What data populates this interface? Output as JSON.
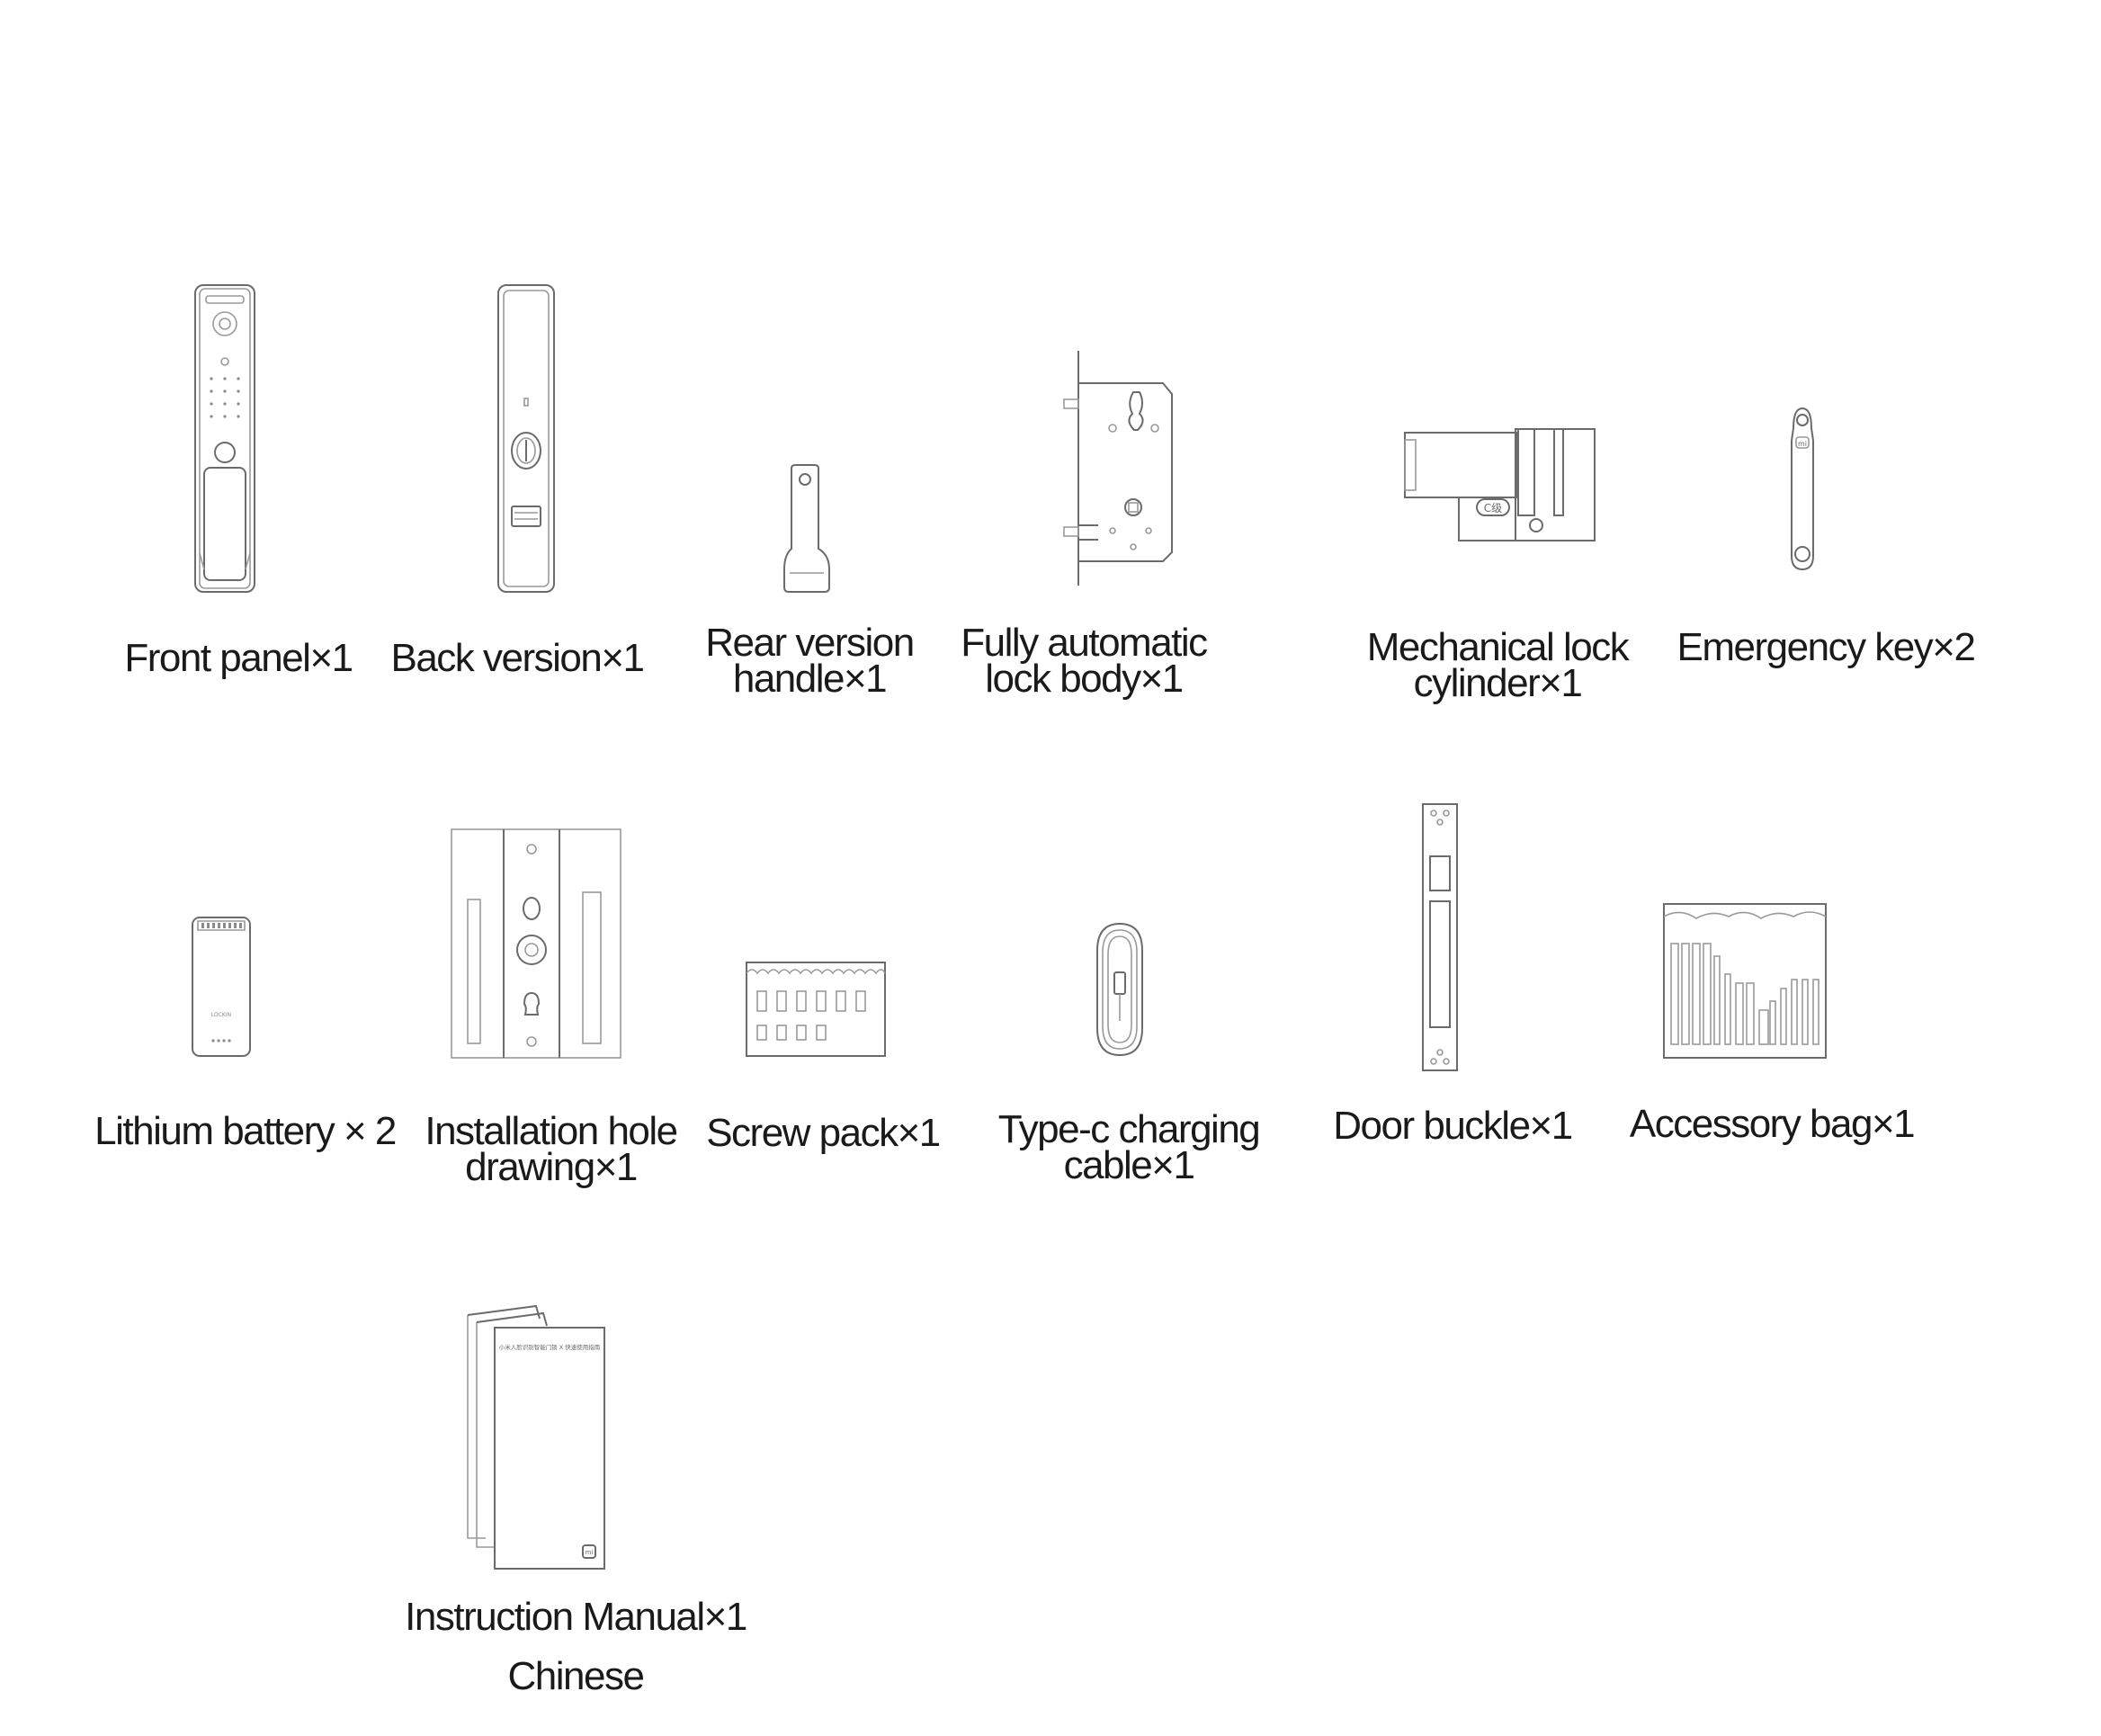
{
  "items": [
    {
      "icon": "front-panel-icon",
      "lines": [
        "Front panel×1"
      ]
    },
    {
      "icon": "back-panel-icon",
      "lines": [
        "Back version×1"
      ]
    },
    {
      "icon": "rear-handle-icon",
      "lines": [
        "Rear version",
        "handle×1"
      ]
    },
    {
      "icon": "lock-body-icon",
      "lines": [
        "Fully automatic",
        "lock body×1"
      ]
    },
    {
      "icon": "lock-cylinder-icon",
      "lines": [
        "Mechanical lock",
        "cylinder×1"
      ]
    },
    {
      "icon": "emergency-key-icon",
      "lines": [
        "Emergency key×2"
      ]
    },
    {
      "icon": "lithium-battery-icon",
      "lines": [
        "Lithium battery × 2"
      ]
    },
    {
      "icon": "hole-drawing-icon",
      "lines": [
        "Installation hole",
        "drawing×1"
      ]
    },
    {
      "icon": "screw-pack-icon",
      "lines": [
        "Screw pack×1"
      ]
    },
    {
      "icon": "charging-cable-icon",
      "lines": [
        "Type-c charging",
        "cable×1"
      ]
    },
    {
      "icon": "door-buckle-icon",
      "lines": [
        "Door buckle×1"
      ]
    },
    {
      "icon": "accessory-bag-icon",
      "lines": [
        "Accessory bag×1"
      ]
    },
    {
      "icon": "instruction-manual-icon",
      "lines": [
        "Instruction Manual×1",
        "Chinese"
      ]
    }
  ],
  "manual": {
    "cover_text": "小米人脸识别智能门锁 X 快速使用指南",
    "logo": "mi"
  },
  "battery": {
    "brand": "LOCKIN"
  },
  "cylinder": {
    "grade": "C级"
  },
  "key": {
    "logo": "mi"
  }
}
